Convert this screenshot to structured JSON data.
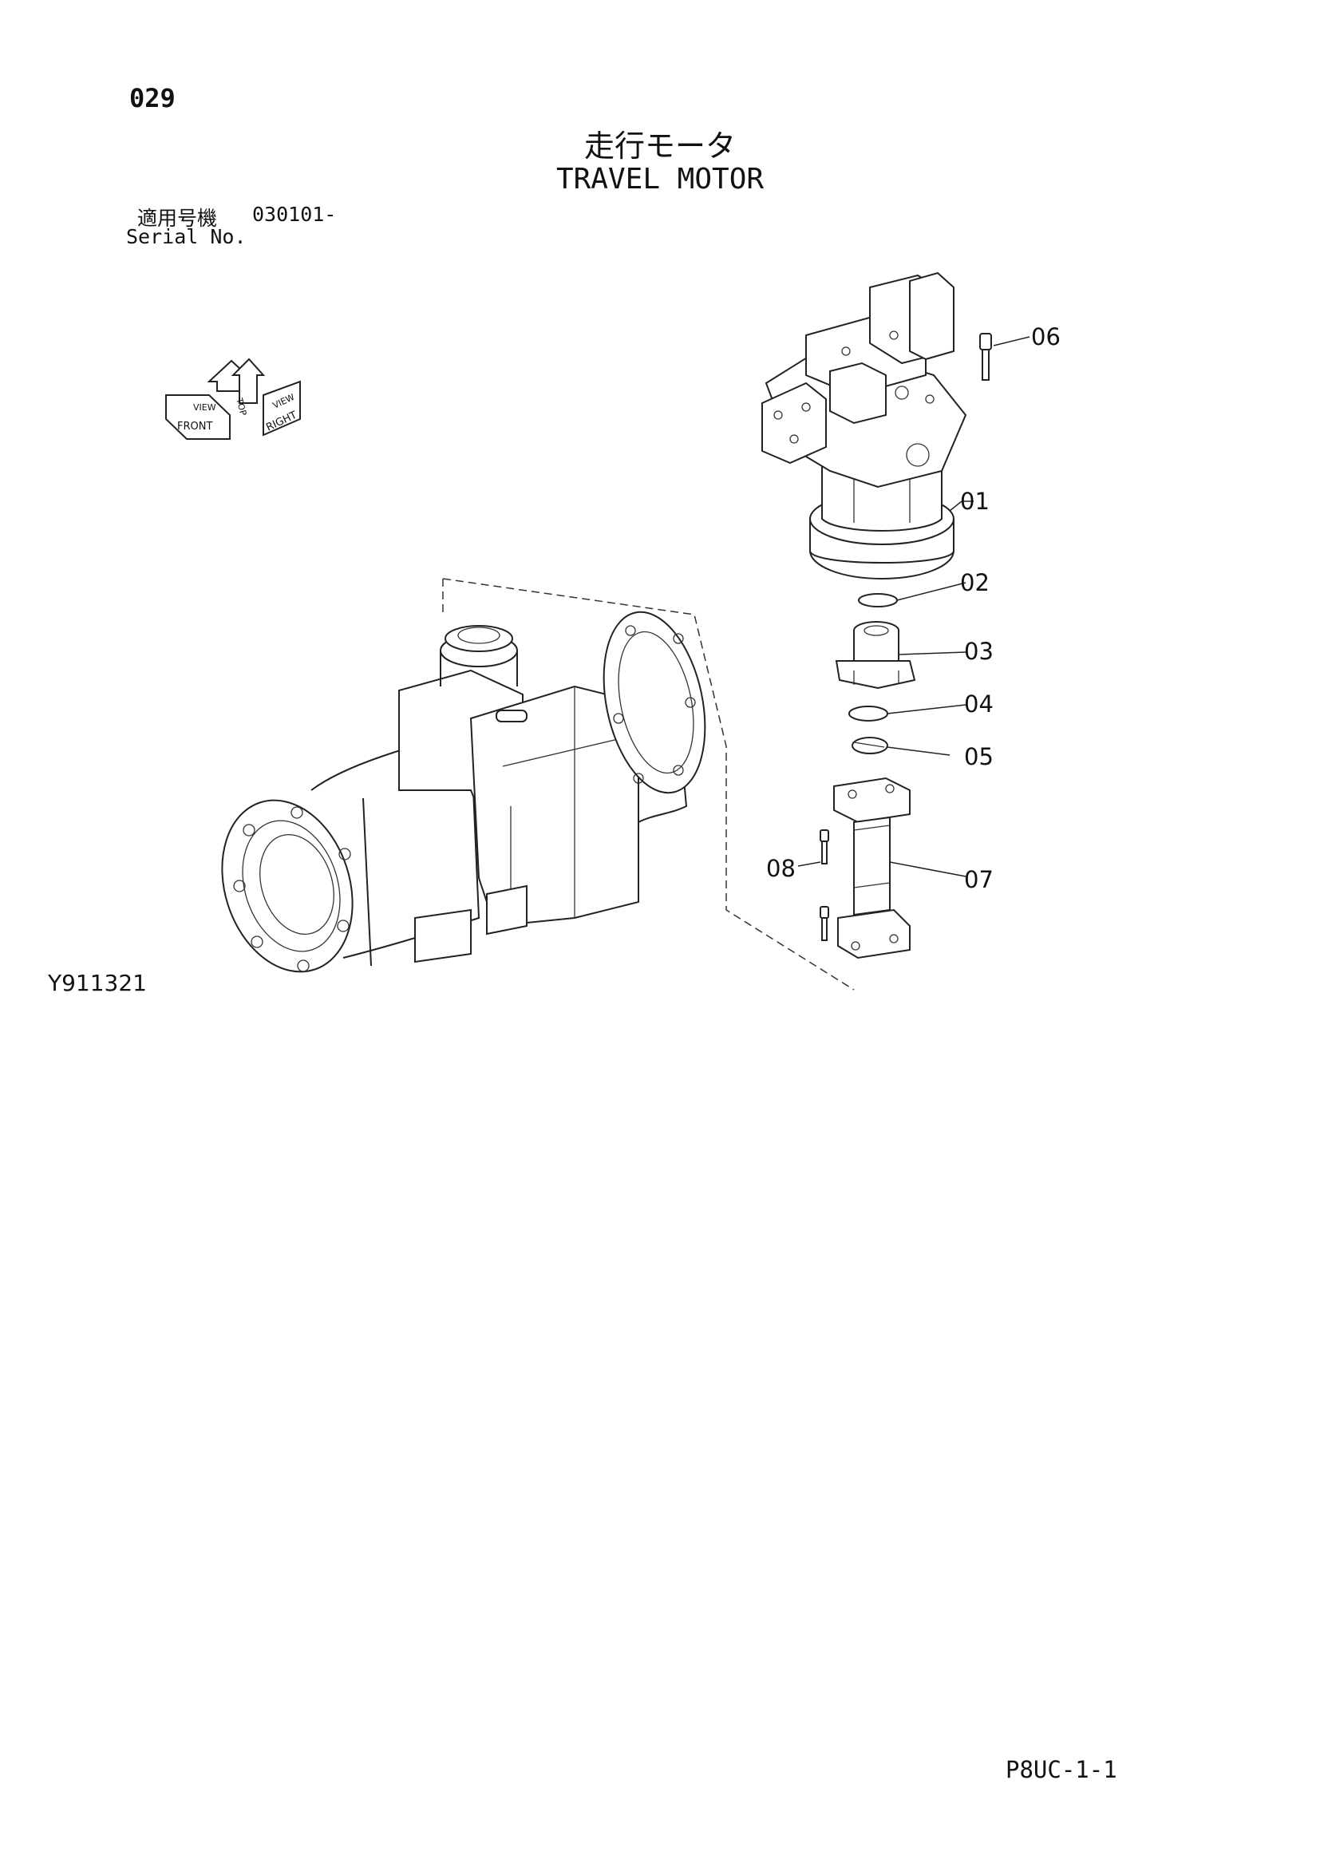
{
  "page": {
    "number": "029",
    "title_ja": "走行モータ",
    "title_en": "TRAVEL MOTOR",
    "serial_label_ja": "適用号機",
    "serial_value": "030101-",
    "serial_label_en": "Serial No.",
    "drawing_id": "Y911321",
    "sheet_code": "P8UC-1-1"
  },
  "orientation": {
    "front": "FRONT",
    "top": "TOP",
    "right": "RIGHT",
    "view": "VIEW"
  },
  "parts": [
    {
      "ref": "01"
    },
    {
      "ref": "02"
    },
    {
      "ref": "03"
    },
    {
      "ref": "04"
    },
    {
      "ref": "05"
    },
    {
      "ref": "06"
    },
    {
      "ref": "07"
    },
    {
      "ref": "08"
    }
  ]
}
